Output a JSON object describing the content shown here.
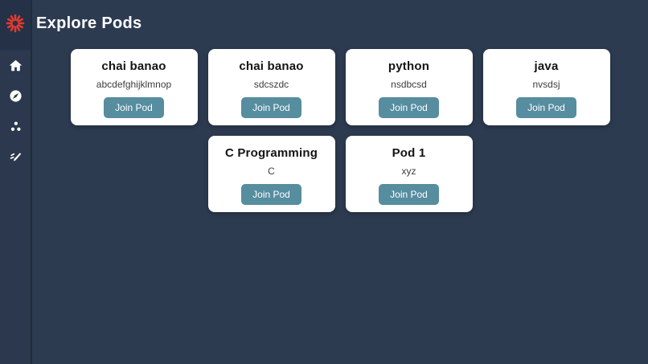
{
  "header": {
    "title": "Explore Pods"
  },
  "sidebar": {
    "logo": {
      "icon": "burst-logo-icon",
      "color": "#e5392c"
    },
    "items": [
      {
        "id": "home",
        "icon": "home-icon"
      },
      {
        "id": "explore",
        "icon": "compass-icon"
      },
      {
        "id": "pods",
        "icon": "dots-cluster-icon"
      },
      {
        "id": "create",
        "icon": "pen-icon"
      }
    ]
  },
  "cards": [
    {
      "title": "chai banao",
      "subtitle": "abcdefghijklmnop",
      "button_label": "Join Pod"
    },
    {
      "title": "chai banao",
      "subtitle": "sdcszdc",
      "button_label": "Join Pod"
    },
    {
      "title": "python",
      "subtitle": "nsdbcsd",
      "button_label": "Join Pod"
    },
    {
      "title": "java",
      "subtitle": "nvsdsj",
      "button_label": "Join Pod"
    },
    {
      "title": "C Programming",
      "subtitle": "C",
      "button_label": "Join Pod"
    },
    {
      "title": "Pod 1",
      "subtitle": "xyz",
      "button_label": "Join Pod"
    }
  ],
  "colors": {
    "background": "#2d3b51",
    "sidebar": "#2b384d",
    "sidebar_logo_block": "#253147",
    "card": "#ffffff",
    "button": "#568d9f",
    "accent_red": "#e5392c",
    "header_text": "#ffffff"
  }
}
